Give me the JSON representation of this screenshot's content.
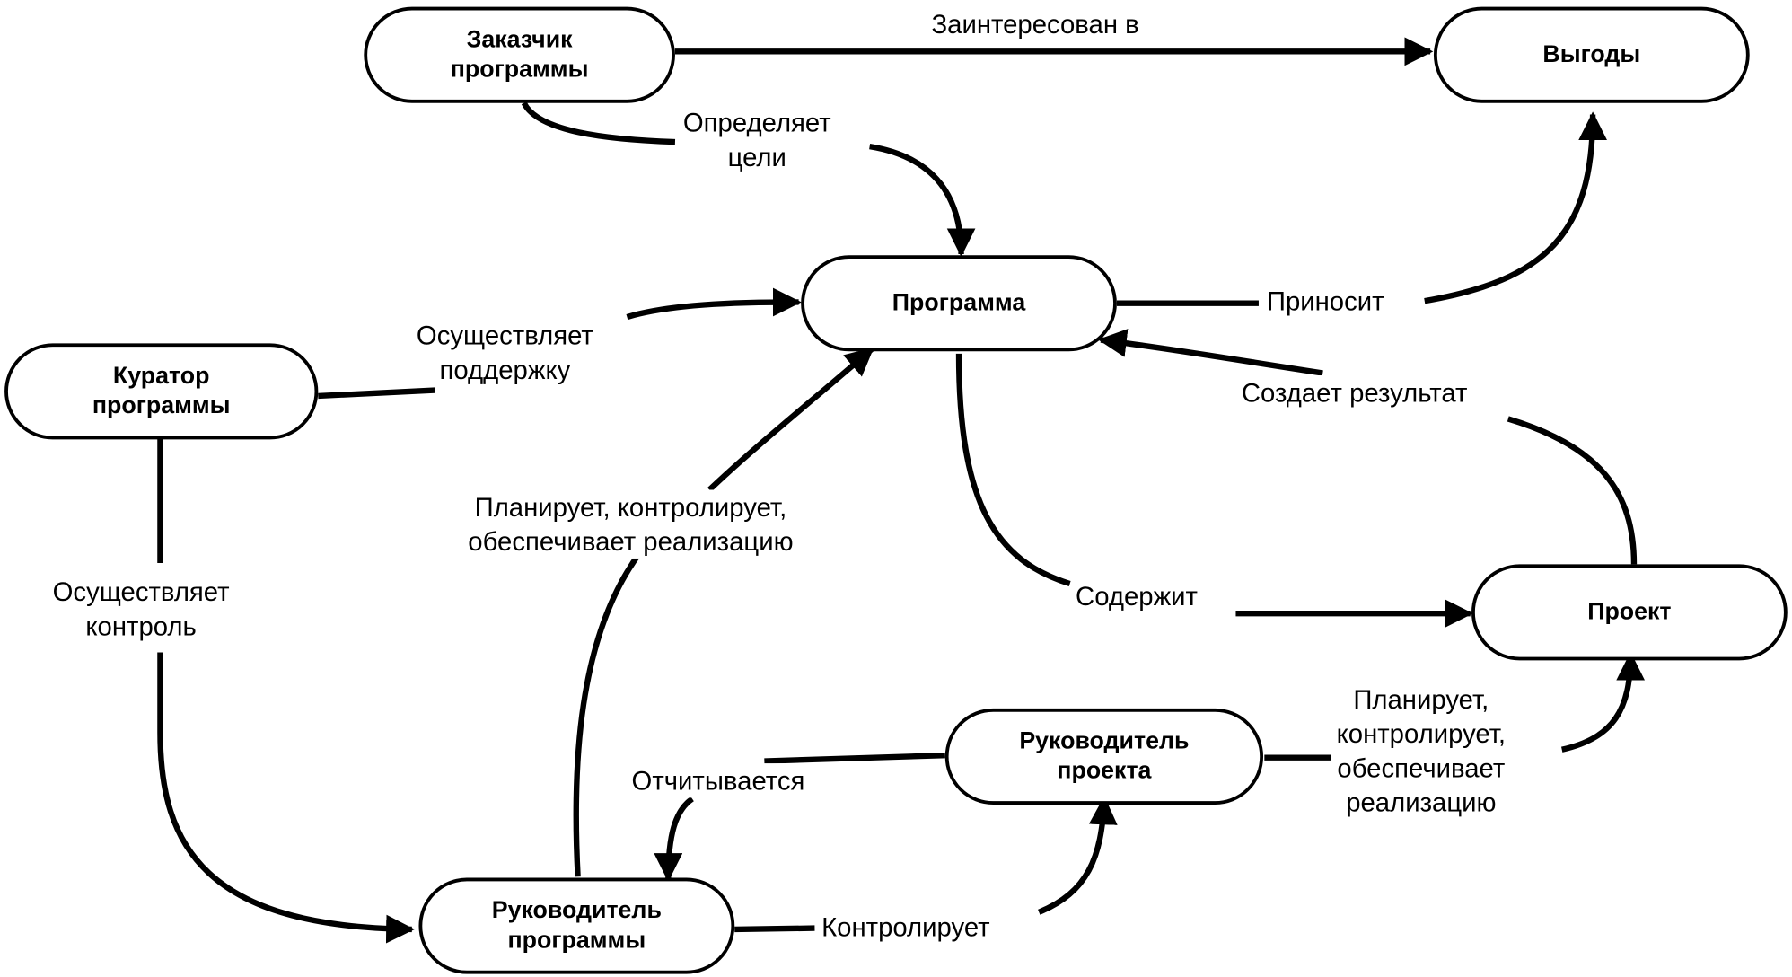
{
  "nodes": {
    "zakazchik": "Заказчик\nпрограммы",
    "vygody": "Выгоды",
    "programma": "Программа",
    "kurator": "Куратор\nпрограммы",
    "proekt": "Проект",
    "ruk_proekta": "Руководитель\nпроекта",
    "ruk_programmy": "Руководитель\nпрограммы"
  },
  "edges": {
    "zainteresovan": "Заинтересован в",
    "opredelyaet": "Определяет\nцели",
    "prinosit": "Приносит",
    "podderzhka": "Осуществляет\nподдержку",
    "sozdaet": "Создает результат",
    "plan_program": "Планирует, контролирует,\nобеспечивает реализацию",
    "kontrol": "Осуществляет\nконтроль",
    "soderzhit": "Содержит",
    "plan_project": "Планирует,\nконтролирует,\nобеспечивает\nреализацию",
    "otchityvaetsya": "Отчитывается",
    "kontroliruet": "Контролирует"
  },
  "colors": {
    "line": "#000000",
    "background": "#ffffff"
  }
}
